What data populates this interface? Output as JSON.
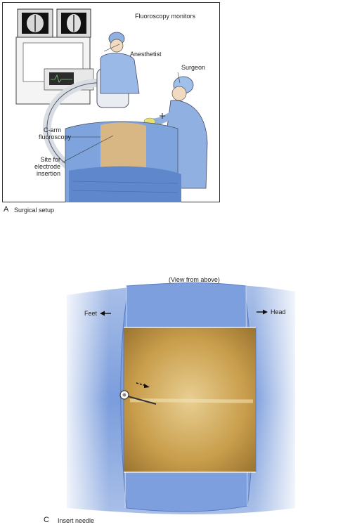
{
  "panel_a": {
    "letter": "A",
    "caption": "Surgical setup",
    "labels": {
      "monitors": "Fluoroscopy monitors",
      "anesthetist": "Anesthetist",
      "surgeon": "Surgeon",
      "carm_line1": "C-arm",
      "carm_line2": "fluoroscopy",
      "site_line1": "Site for",
      "site_line2": "electrode",
      "site_line3": "insertion"
    }
  },
  "panel_c": {
    "letter": "C",
    "caption": "Insert needle",
    "view_label": "(View from above)",
    "feet_label": "Feet",
    "head_label": "Head"
  },
  "colors": {
    "drape_blue": "#6f92d4",
    "drape_light": "#a9bfe8",
    "skin_tan": "#c49a4a",
    "skin_light": "#e3c98c",
    "gown_blue": "#8fb0e0"
  }
}
